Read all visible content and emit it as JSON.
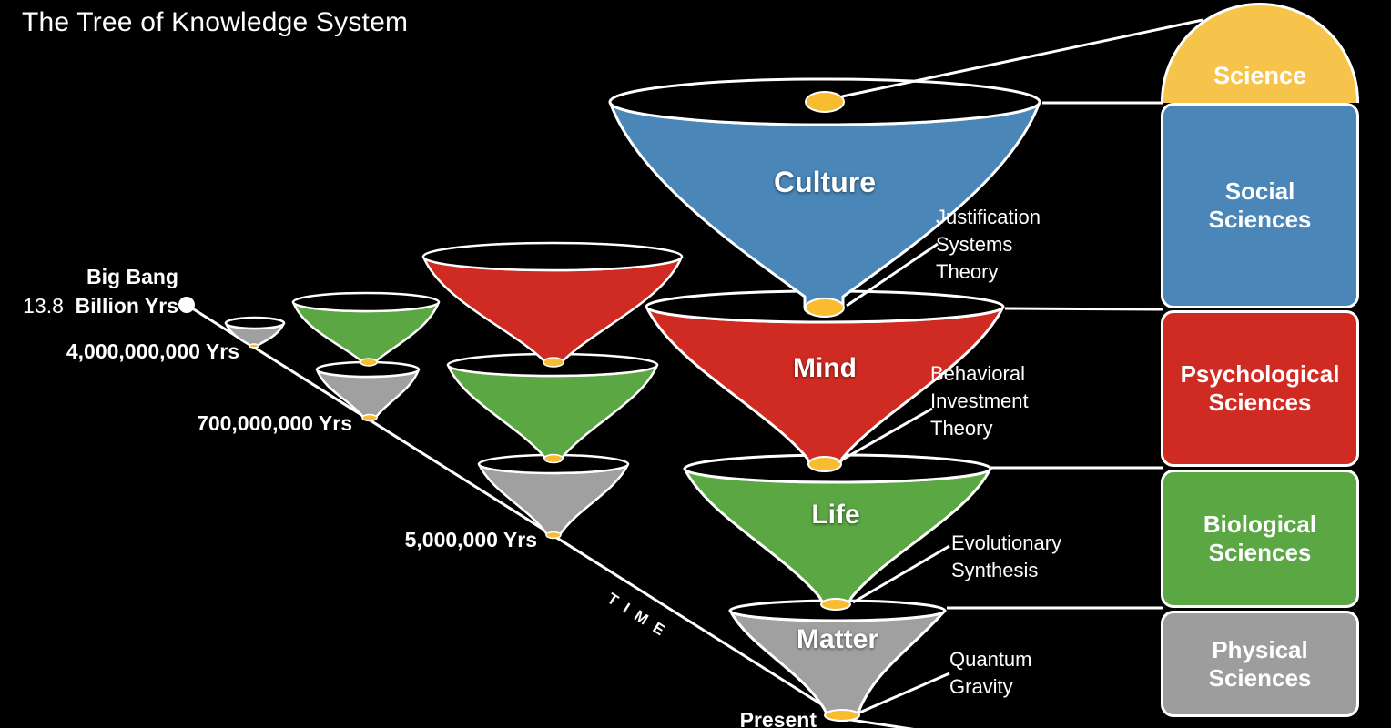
{
  "title": "The Tree of Knowledge System",
  "colors": {
    "background": "#000000",
    "line": "#FFFFFF",
    "gold": "#F7BC30",
    "blue": "#4A86B8",
    "red": "#D02B22",
    "green": "#5BA744",
    "gray": "#A0A0A0",
    "science_yellow": "#F6C44A",
    "box_gray": "#9D9D9D"
  },
  "timeline": {
    "axis_label": "TIME",
    "origin": {
      "title": "Big Bang",
      "value": "13.8",
      "unit": "Billion Yrs"
    },
    "markers": {
      "four_billion": "4,000,000,000 Yrs",
      "seven_hundred_million": "700,000,000 Yrs",
      "five_million": "5,000,000 Yrs",
      "present": "Present"
    }
  },
  "cones": [
    {
      "label": "Culture",
      "color": "#4A86B8",
      "theory_lines": [
        "Justification",
        "Systems",
        "Theory"
      ]
    },
    {
      "label": "Mind",
      "color": "#D02B22",
      "theory_lines": [
        "Behavioral",
        "Investment",
        "Theory"
      ]
    },
    {
      "label": "Life",
      "color": "#5BA744",
      "theory_lines": [
        "Evolutionary",
        "Synthesis"
      ]
    },
    {
      "label": "Matter",
      "color": "#A0A0A0",
      "theory_lines": [
        "Quantum",
        "Gravity"
      ]
    }
  ],
  "sciences_column": [
    {
      "label": "Science",
      "color": "#F6C44A"
    },
    {
      "line1": "Social",
      "line2": "Sciences",
      "color": "#4A86B8"
    },
    {
      "line1": "Psychological",
      "line2": "Sciences",
      "color": "#D02B22"
    },
    {
      "line1": "Biological",
      "line2": "Sciences",
      "color": "#5BA744"
    },
    {
      "line1": "Physical",
      "line2": "Sciences",
      "color": "#9D9D9D"
    }
  ]
}
